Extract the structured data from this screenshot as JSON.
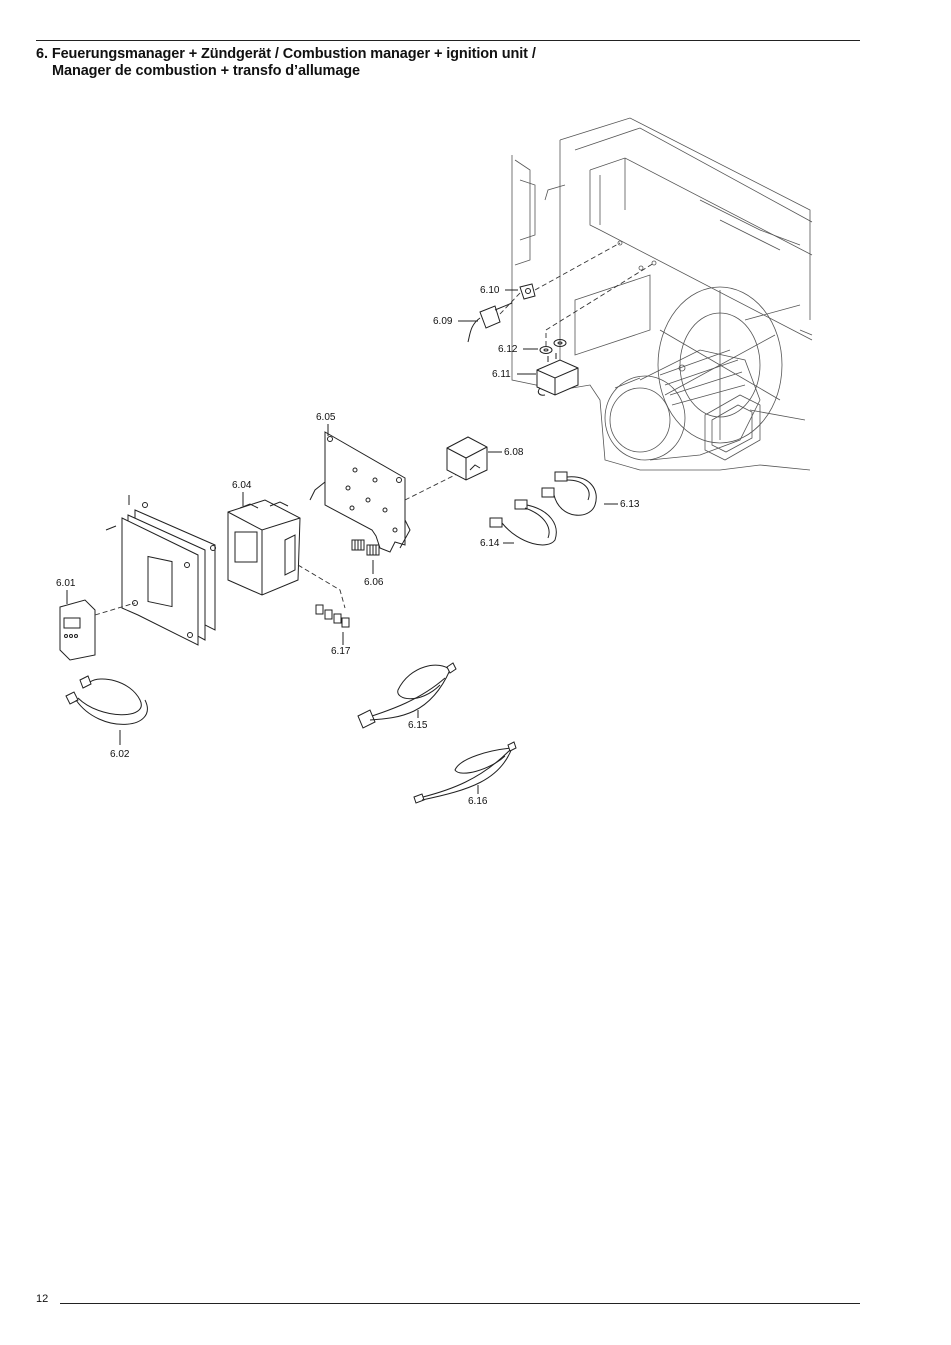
{
  "header": {
    "title_line1": "6. Feuerungsmanager + Zündgerät / Combustion manager + ignition unit /",
    "title_line2": "Manager de combustion + transfo d’allumage"
  },
  "parts": {
    "p601": "6.01",
    "p602": "6.02",
    "p604": "6.04",
    "p605": "6.05",
    "p606": "6.06",
    "p608": "6.08",
    "p609": "6.09",
    "p610": "6.10",
    "p611": "6.11",
    "p612": "6.12",
    "p613": "6.13",
    "p614": "6.14",
    "p615": "6.15",
    "p616": "6.16",
    "p617": "6.17"
  },
  "footer": {
    "page_number": "12"
  }
}
